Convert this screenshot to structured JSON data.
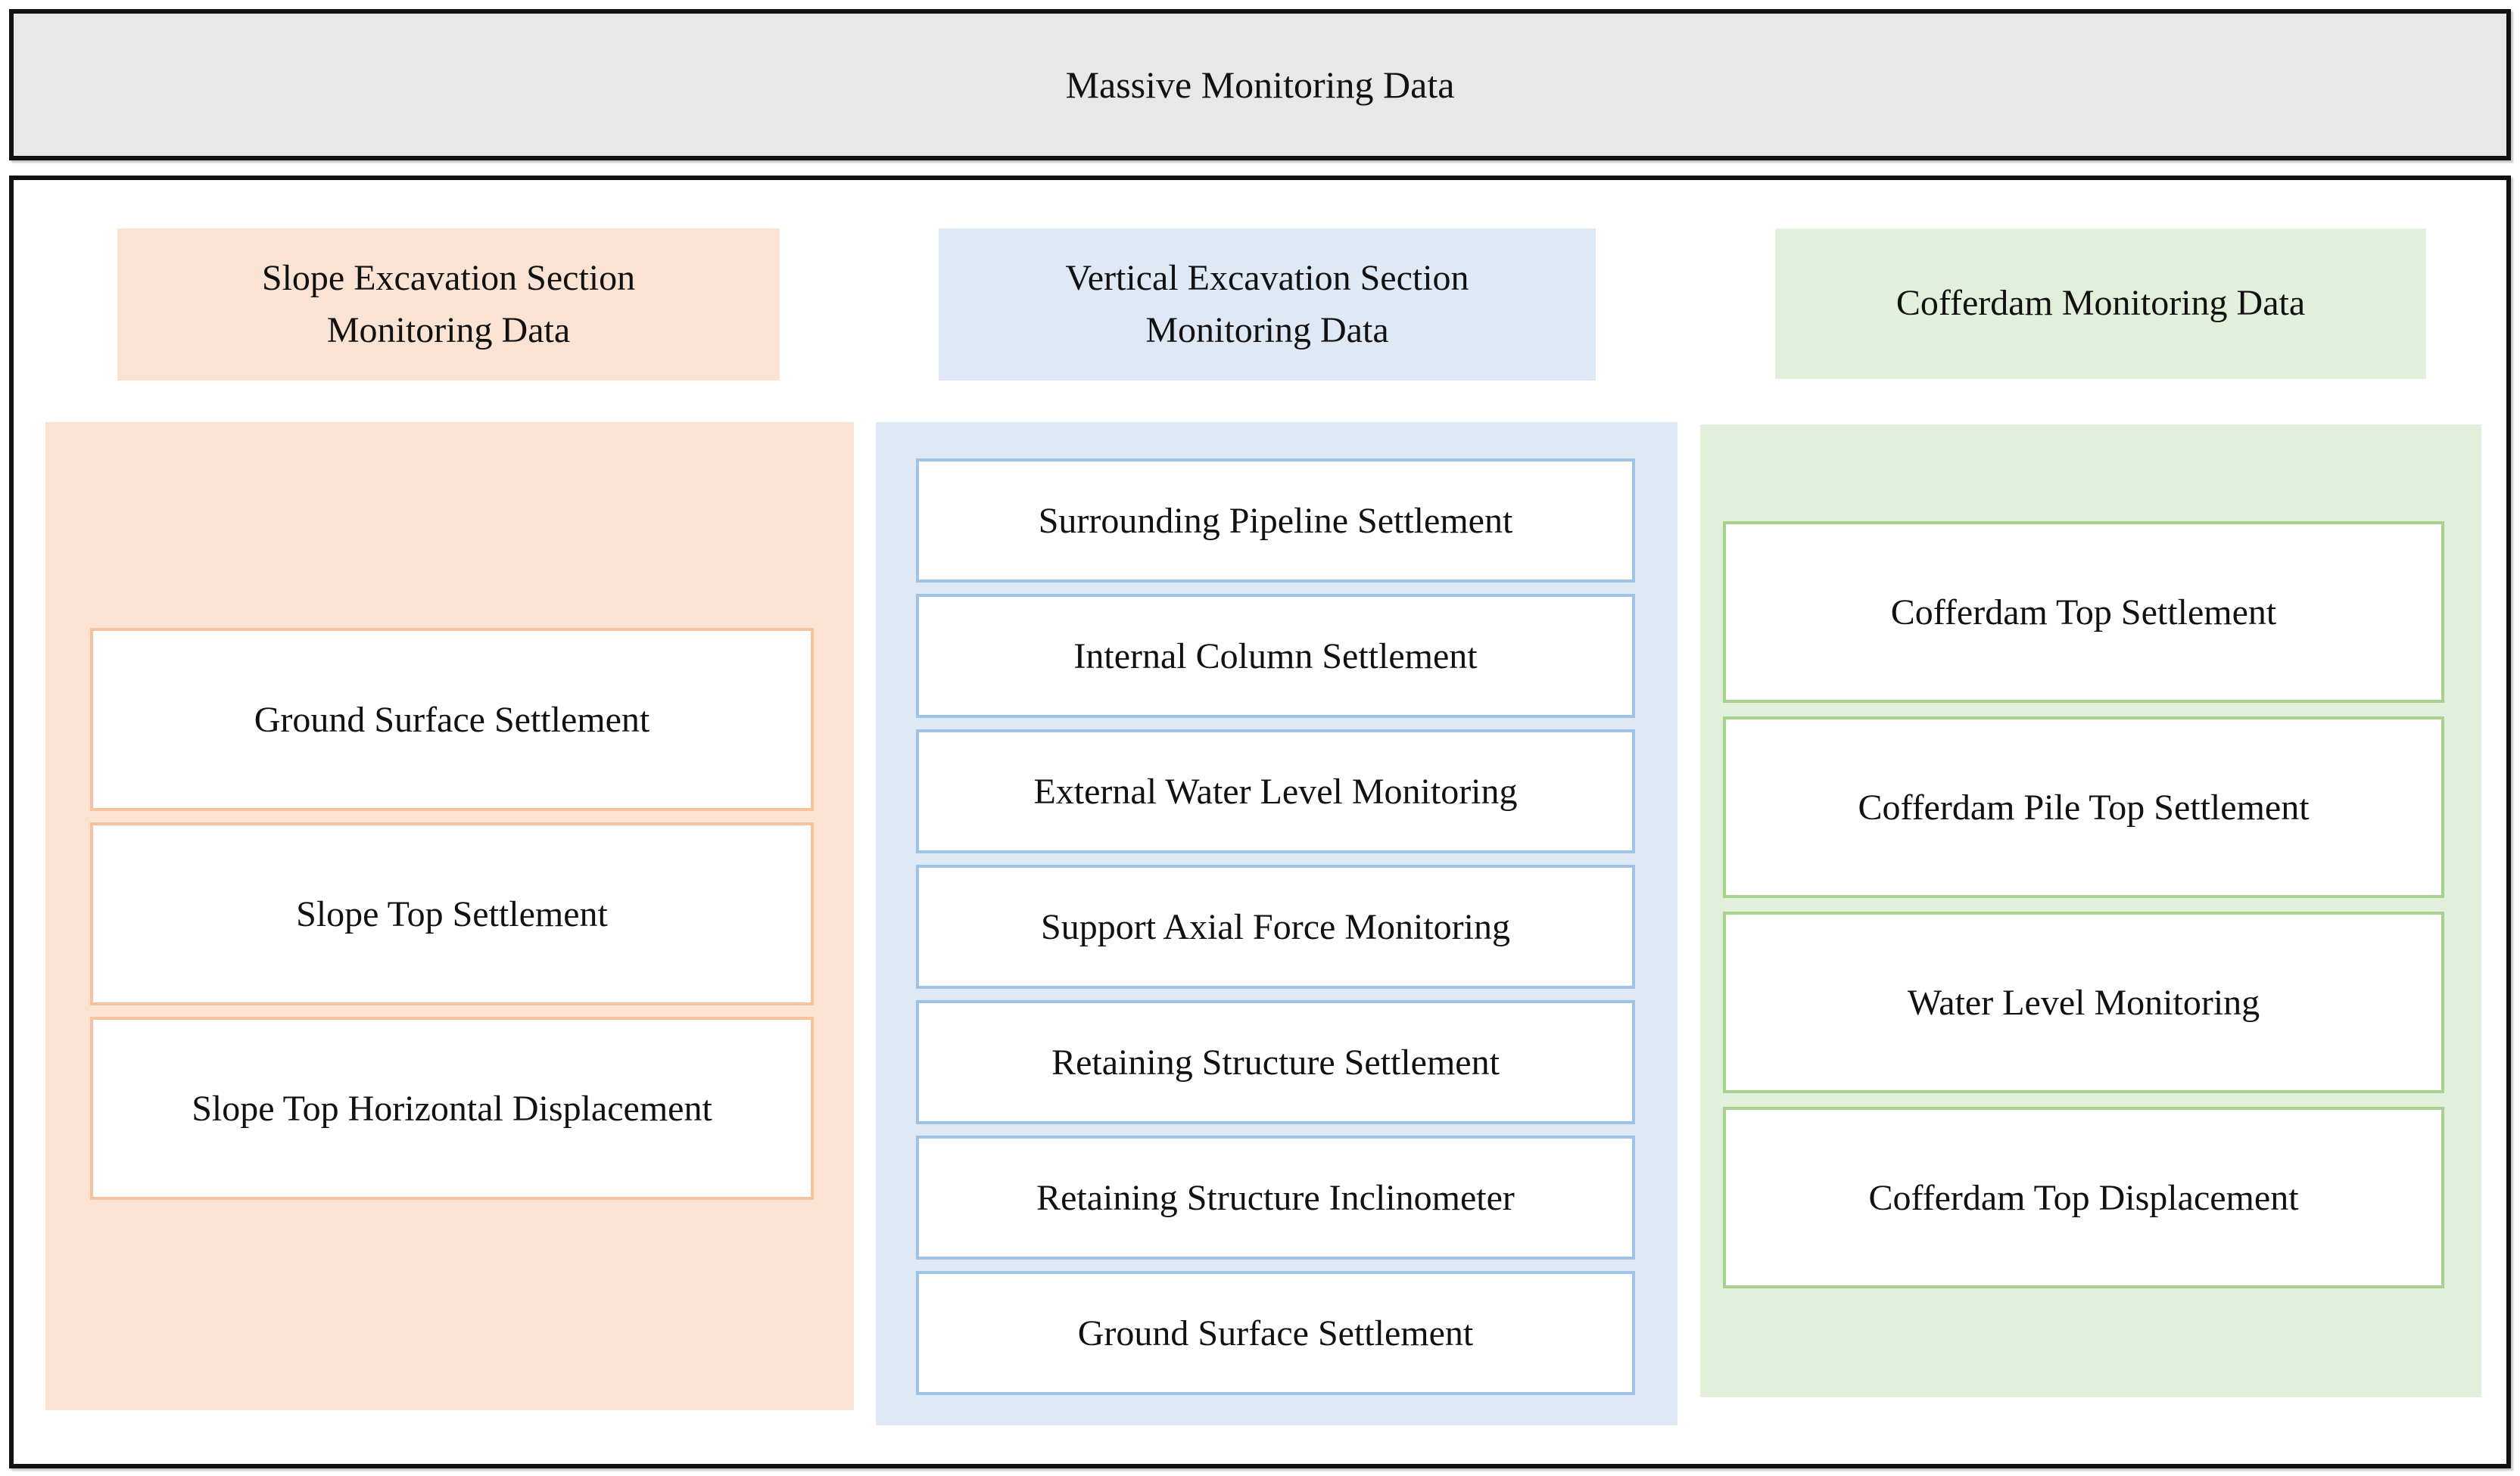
{
  "banner": {
    "title": "Massive Monitoring Data"
  },
  "colors": {
    "frame_border": "#111111",
    "banner_fill": "#E9E8E8",
    "text": "#111111",
    "slope_fill": "#FBE3D3",
    "slope_item_border": "#F6C29E",
    "vertical_fill": "#DEE9F5",
    "vertical_item_border": "#9DC3E6",
    "cofferdam_fill": "#E2EFDA",
    "cofferdam_item_border": "#A9D18E"
  },
  "columns": [
    {
      "name": "Slope Excavation Section Monitoring Data",
      "header": "Slope Excavation Section\nMonitoring Data",
      "items": [
        "Ground Surface Settlement",
        "Slope Top Settlement",
        "Slope Top Horizontal Displacement"
      ]
    },
    {
      "name": "Vertical Excavation Section Monitoring Data",
      "header": "Vertical Excavation Section\nMonitoring Data",
      "items": [
        "Surrounding Pipeline Settlement",
        "Internal Column Settlement",
        "External Water Level Monitoring",
        "Support Axial Force Monitoring",
        "Retaining Structure Settlement",
        "Retaining Structure Inclinometer",
        "Ground Surface Settlement"
      ]
    },
    {
      "name": "Cofferdam Monitoring Data",
      "header": "Cofferdam Monitoring Data",
      "items": [
        "Cofferdam Top Settlement",
        "Cofferdam Pile Top Settlement",
        "Water Level Monitoring",
        "Cofferdam Top Displacement"
      ]
    }
  ]
}
